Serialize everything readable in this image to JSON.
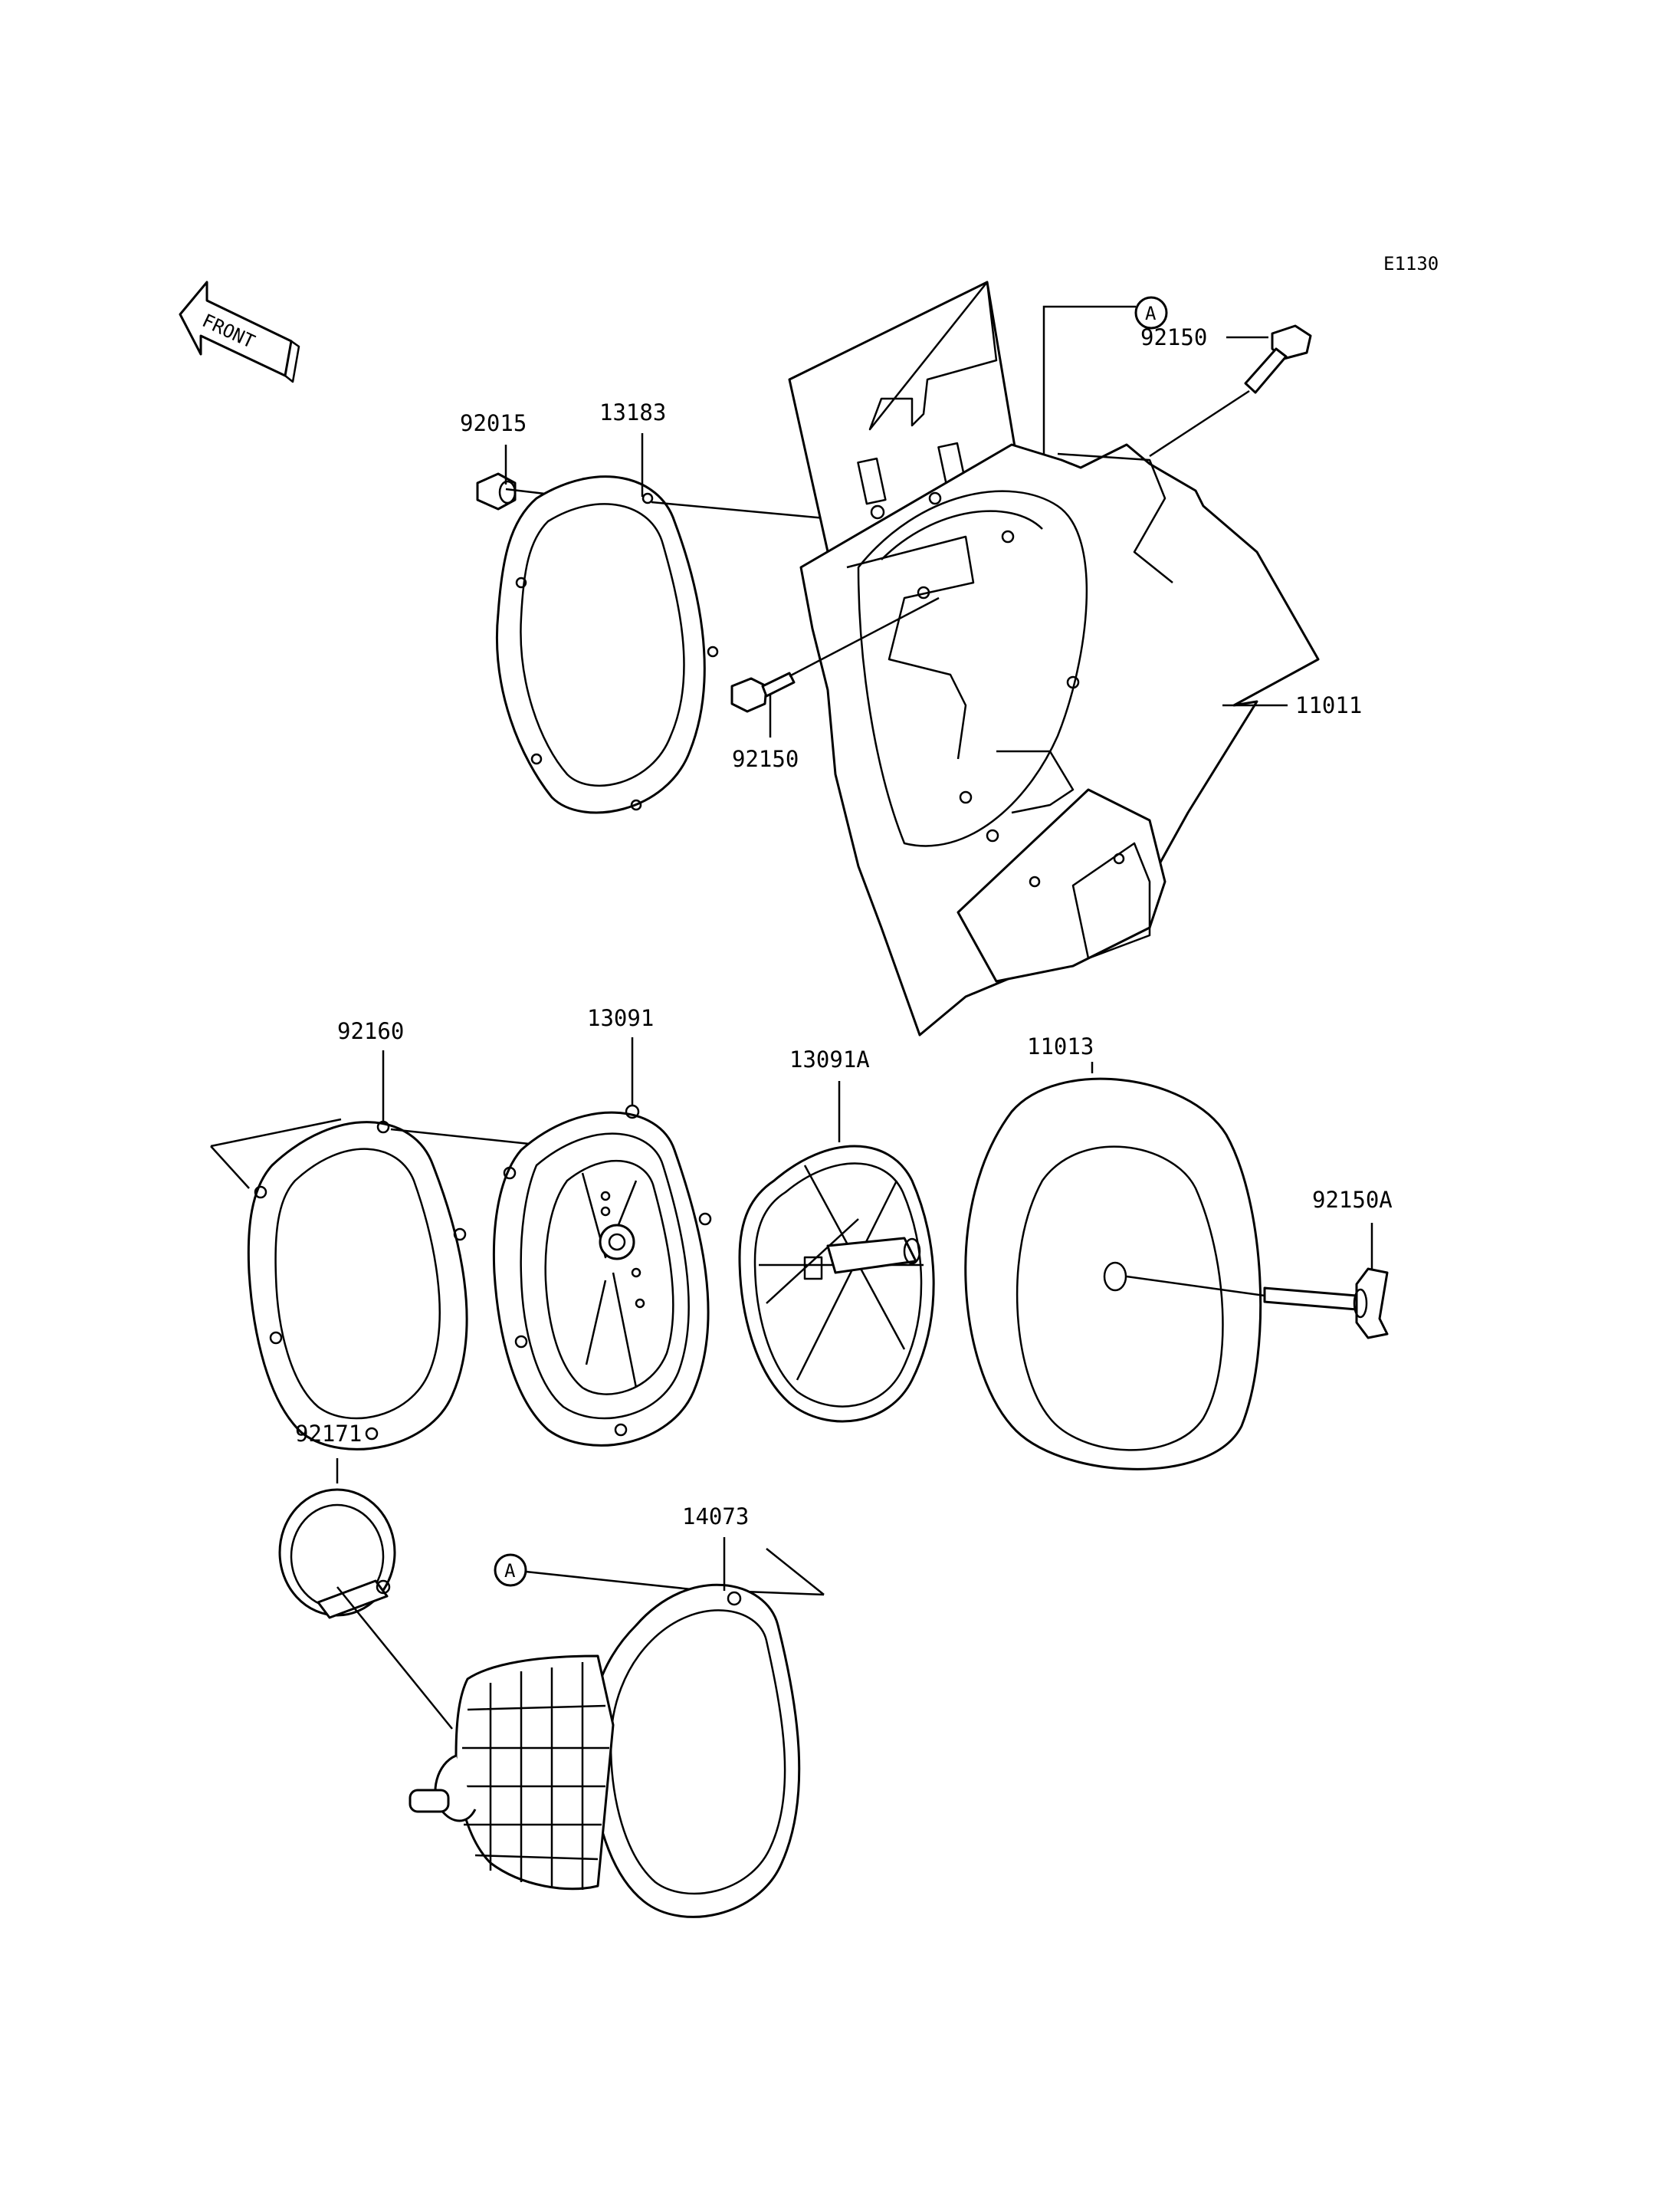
{
  "diagram_code": "E1130",
  "direction_label": "FRONT",
  "ref_marker": "A",
  "parts": {
    "p92015": "92015",
    "p13183": "13183",
    "p92150_top": "92150",
    "p92150_mid": "92150",
    "p11011": "11011",
    "p92160": "92160",
    "p13091": "13091",
    "p13091A": "13091A",
    "p11013": "11013",
    "p92150A": "92150A",
    "p92171": "92171",
    "p14073": "14073"
  }
}
